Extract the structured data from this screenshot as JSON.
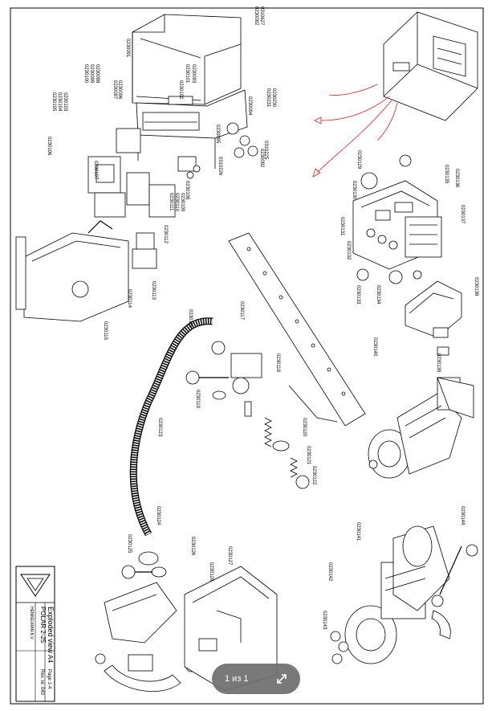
{
  "viewer": {
    "page_indicator": "1 из 1",
    "expand_icon": "expand-diagonal-icon"
  },
  "title_block": {
    "title": "Exploded view",
    "model": "POLAR 2-25",
    "size": "A4",
    "page": "Page 1-4",
    "rev": "Rev. nr. 040",
    "company": "HENKELMAN B.V.",
    "logo": "henkelman-triangle-logo"
  },
  "labels": [
    "0230091",
    "0230092",
    "0310627",
    "0230231",
    "0230230",
    "0230094",
    "0230095",
    "0310225",
    "0310226",
    "0230092",
    "0230093",
    "0230101",
    "0230102",
    "0230096",
    "0230097",
    "0230098",
    "0230099",
    "0230100",
    "0230103",
    "0230104",
    "0230105",
    "0230106",
    "0230107",
    "0230108",
    "0230109",
    "0230110",
    "0230111",
    "0230112",
    "0230113",
    "0230114",
    "0230115",
    "0230116",
    "0230117",
    "0230118",
    "0230119",
    "0230120",
    "0230121",
    "0230122",
    "0230123",
    "0230124",
    "0230125",
    "0230126",
    "0230127",
    "0230128",
    "0230129",
    "0230130",
    "0230131",
    "0230132",
    "0230133",
    "0230134",
    "0230135",
    "0230136",
    "0230137",
    "0230138",
    "0230139",
    "0230140",
    "0230141",
    "0230142",
    "0230143",
    "0230144"
  ]
}
